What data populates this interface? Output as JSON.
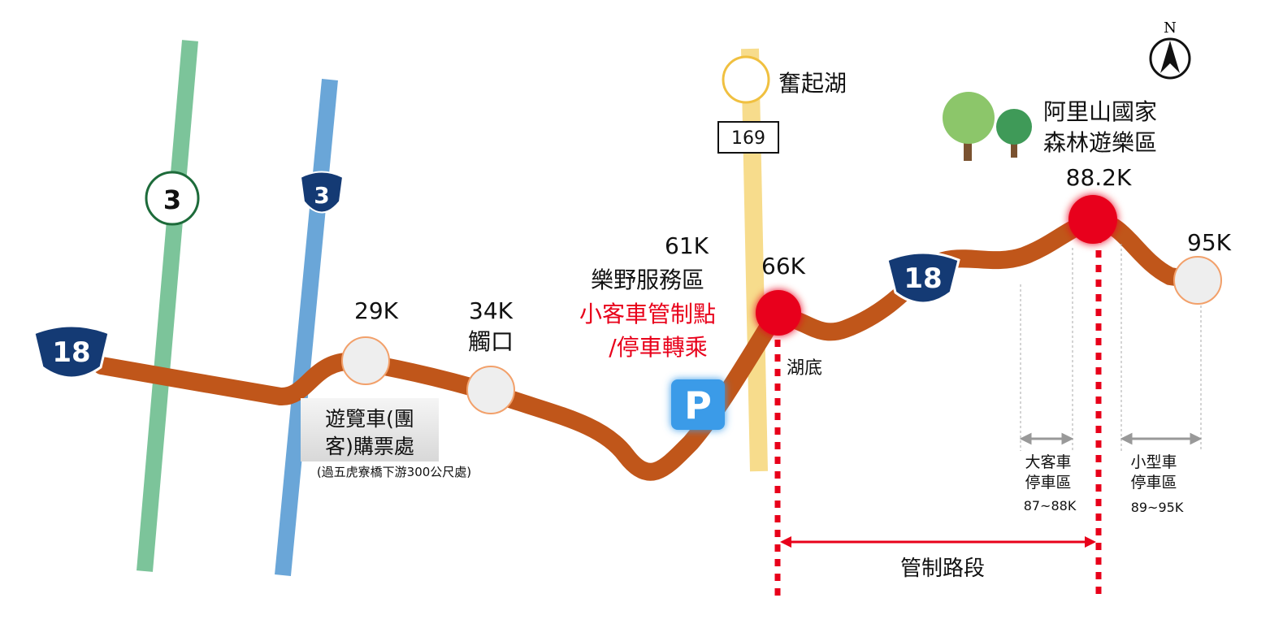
{
  "route": {
    "main_highway": "18",
    "highway_3_provincial": "3",
    "highway_3_national": "3",
    "county_road": "169",
    "color": "#c0561a"
  },
  "places": {
    "fenqihu": "奮起湖",
    "alishan_line1": "阿里山國家",
    "alishan_line2": "森林遊樂區",
    "hudi": "湖底"
  },
  "markers": {
    "k29": "29K",
    "k34": "34K",
    "k34_name": "觸口",
    "k61": "61K",
    "k61_name": "樂野服務區",
    "k61_control1": "小客車管制點",
    "k61_control2": "/停車轉乘",
    "k66": "66K",
    "k88": "88.2K",
    "k95": "95K"
  },
  "ticket": {
    "line1": "遊覽車(團",
    "line2": "客)購票處",
    "note": "(過五虎寮橋下游300公尺處)"
  },
  "parking": {
    "icon_label": "P",
    "bus_line1": "大客車",
    "bus_line2": "停車區",
    "bus_range": "87~88K",
    "car_line1": "小型車",
    "car_line2": "停車區",
    "car_range": "89~95K"
  },
  "control_section": "管制路段",
  "compass": "N",
  "colors": {
    "control_red": "#e8001a",
    "green_road": "#7cc49a",
    "blue_road": "#6aa6d8",
    "yellow_road": "#f7dc8c",
    "shield_blue": "#143a74"
  }
}
